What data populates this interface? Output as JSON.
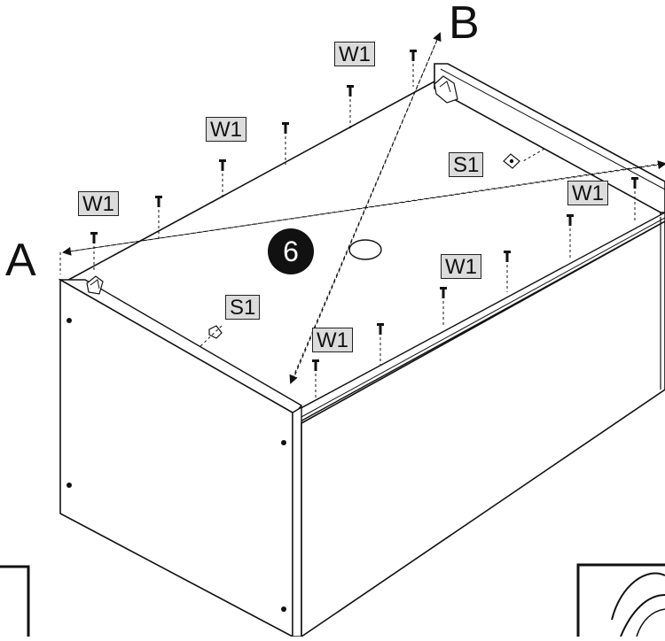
{
  "step": {
    "number": "6"
  },
  "corner_labels": {
    "a": "A",
    "b": "B"
  },
  "parts": {
    "w1": "W1",
    "s1": "S1"
  }
}
